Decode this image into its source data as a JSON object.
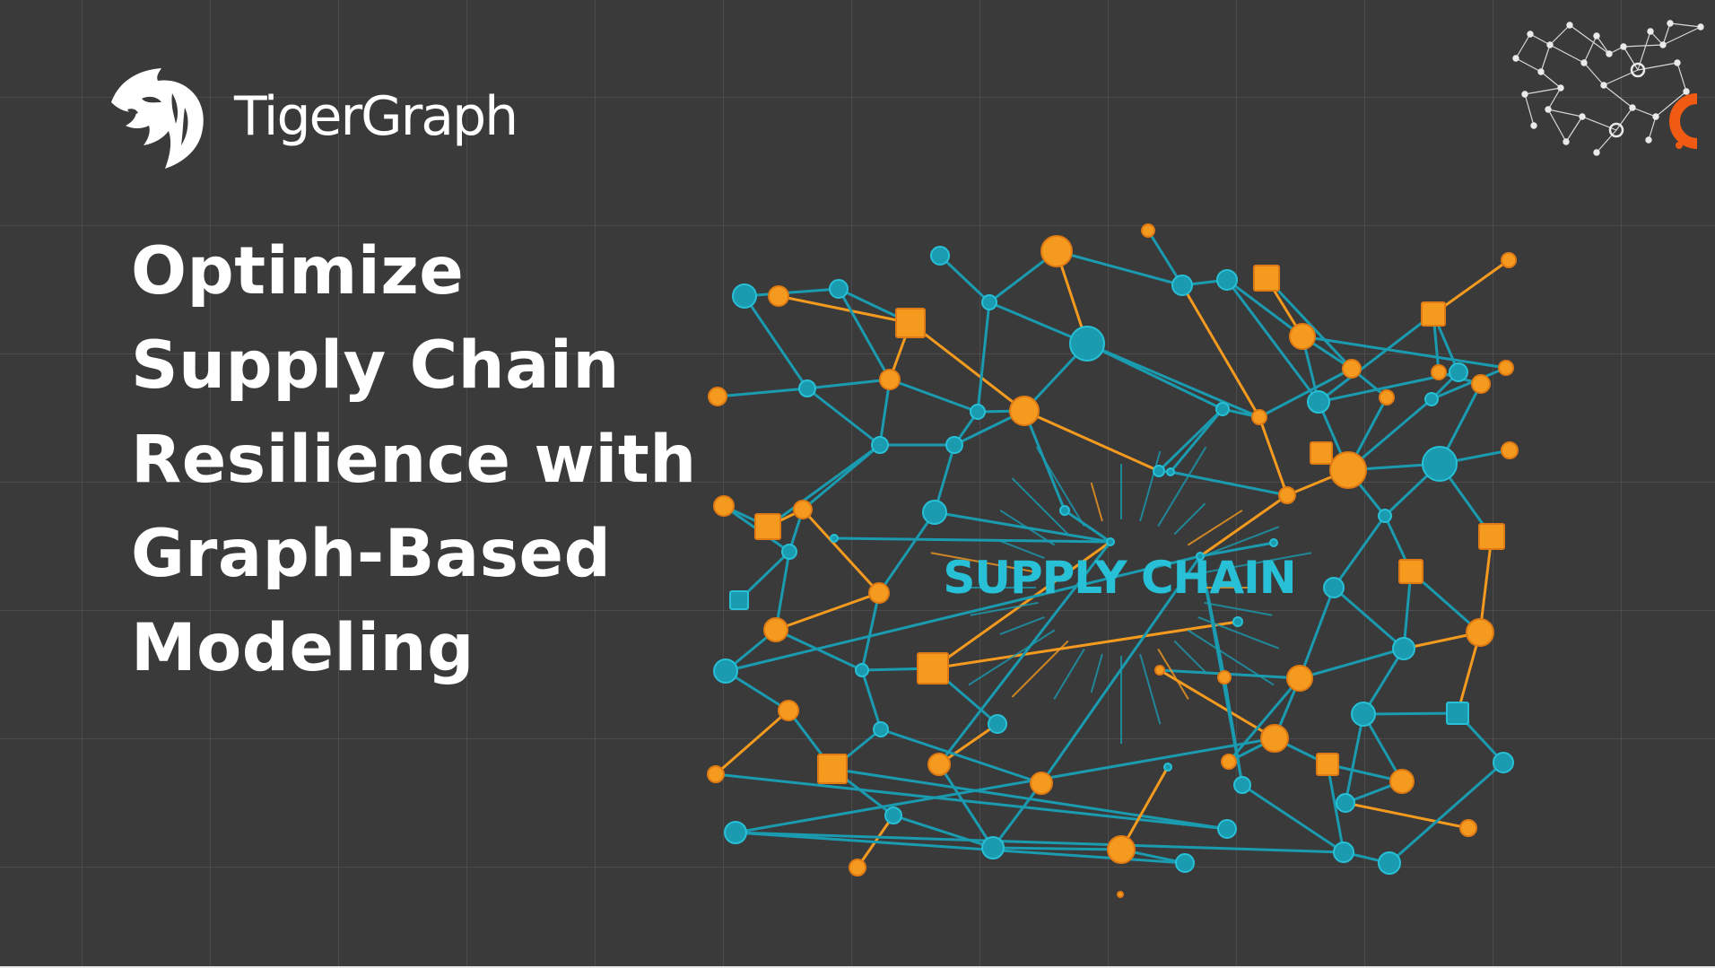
{
  "brand": {
    "name": "TigerGraph",
    "logo_icon": "tiger-head-icon"
  },
  "headline": {
    "lines": [
      "Optimize",
      "Supply Chain",
      "Resilience with",
      "Graph-Based",
      "Modeling"
    ]
  },
  "illustration": {
    "center_label": "SUPPLY CHAIN",
    "icon": "network-graph-icon"
  },
  "corner_badge": {
    "icon": "network-c-icon"
  },
  "colors": {
    "background": "#3a3a3b",
    "teal": "#1a9bb0",
    "teal_light": "#27c0d6",
    "orange": "#f39a1f",
    "orange_dark": "#e07a12",
    "badge_orange": "#f05a12",
    "text": "#ffffff"
  }
}
